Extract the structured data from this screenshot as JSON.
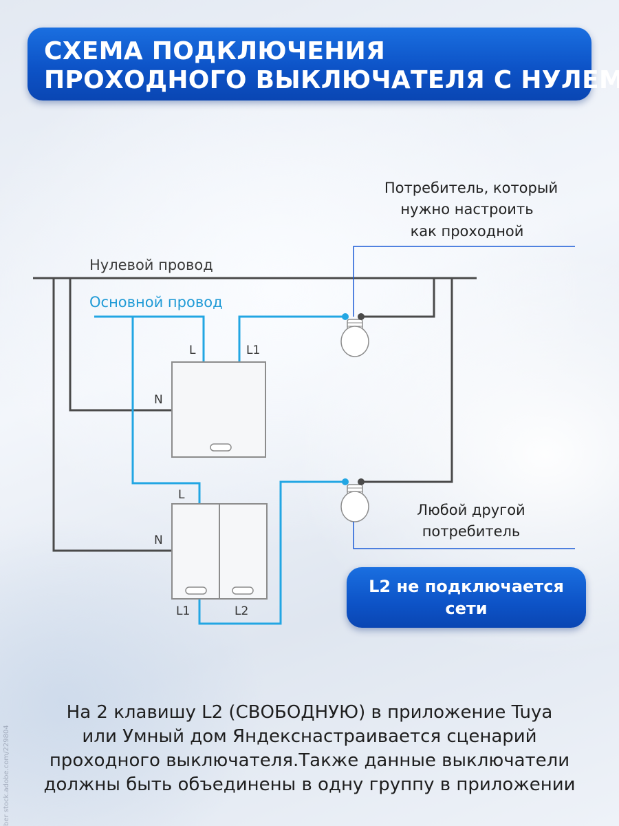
{
  "header": {
    "title_line1": "СХЕМА ПОДКЛЮЧЕНИЯ",
    "title_line2": "ПРОХОДНОГО ВЫКЛЮЧАТЕЛЯ С НУЛЕМ"
  },
  "diagram": {
    "neutral_wire_label": "Нулевой провод",
    "main_wire_label": "Основной провод",
    "consumer_top_line1": "Потребитель, который",
    "consumer_top_line2": "нужно настроить",
    "consumer_top_line3": "как проходной",
    "consumer_bottom_line1": "Любой другой",
    "consumer_bottom_line2": "потребитель",
    "switch1": {
      "terminal_l": "L",
      "terminal_l1": "L1",
      "terminal_n": "N"
    },
    "switch2": {
      "terminal_l": "L",
      "terminal_n": "N",
      "terminal_l1": "L1",
      "terminal_l2": "L2"
    },
    "colors": {
      "neutral": "#4a4a4a",
      "main": "#22a6e3",
      "device_outline": "#8c8c8c",
      "pointer": "#1a5bd6"
    }
  },
  "note": {
    "line1": "L2 не подключается",
    "line2": "сети"
  },
  "description": {
    "line1": "На 2 клавишу L2 (СВОБОДНУЮ) в приложение Tuya",
    "line2": "или Умный дом Яндекснастраивается сценарий",
    "line3": "проходного выключателя.Также данные выключатели",
    "line4": "должны быть объединены в одну группу в приложении"
  },
  "watermark": "ber stock.adobe.com/229804"
}
